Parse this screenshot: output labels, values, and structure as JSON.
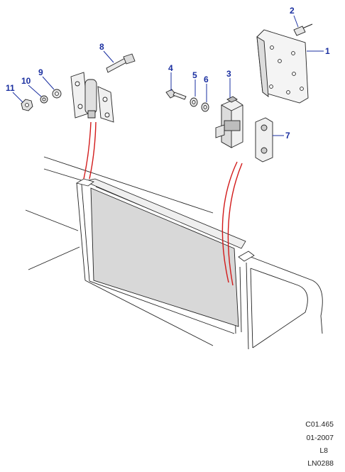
{
  "callouts": [
    {
      "id": "1",
      "label": "1"
    },
    {
      "id": "2",
      "label": "2"
    },
    {
      "id": "3",
      "label": "3"
    },
    {
      "id": "4",
      "label": "4"
    },
    {
      "id": "5",
      "label": "5"
    },
    {
      "id": "6",
      "label": "6"
    },
    {
      "id": "7",
      "label": "7"
    },
    {
      "id": "8",
      "label": "8"
    },
    {
      "id": "9",
      "label": "9"
    },
    {
      "id": "10",
      "label": "10"
    },
    {
      "id": "11",
      "label": "11"
    }
  ],
  "reference": {
    "code": "C01.465",
    "date": "01-2007",
    "model": "L8",
    "illustration": "LN0288"
  },
  "colors": {
    "callout": "#1a2fa0",
    "leader": "#1a2fa0",
    "assembly_line": "#d21a1a",
    "panel": "#d8d8d8",
    "line": "#222222"
  }
}
